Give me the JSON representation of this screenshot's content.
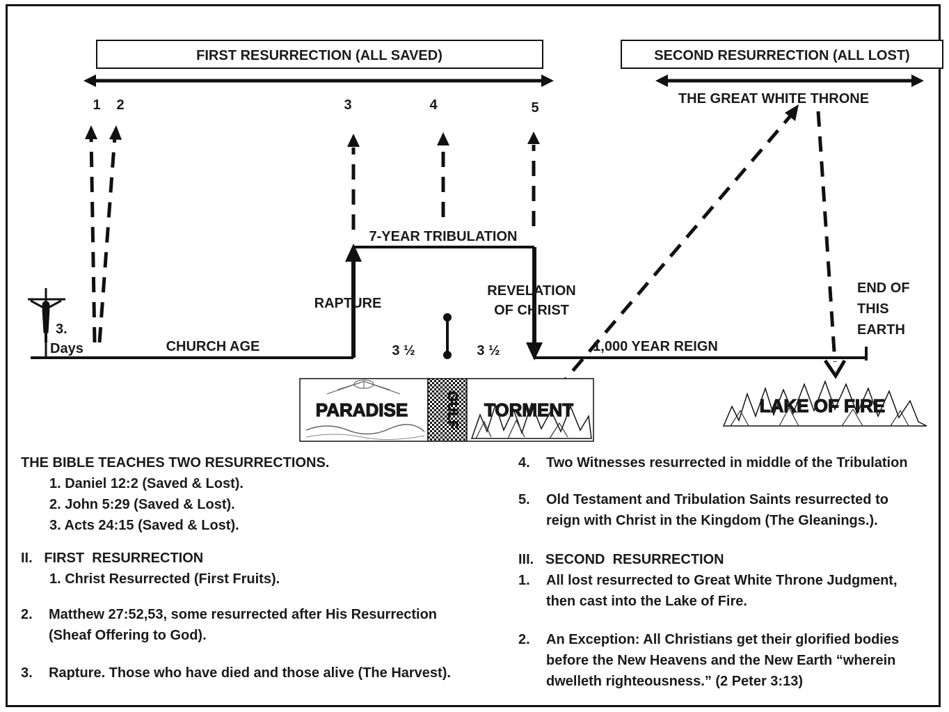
{
  "headers": {
    "first": "FIRST RESURRECTION  (ALL  SAVED)",
    "second": "SECOND  RESURRECTION (ALL  LOST)"
  },
  "markers": [
    "1",
    "2",
    "3",
    "4",
    "5"
  ],
  "labels": {
    "great_white_throne": "THE GREAT WHITE THRONE",
    "tribulation": "7-YEAR TRIBULATION",
    "rapture": "RAPTURE",
    "revelation_1": "REVELATION",
    "revelation_2": "OF  CHRIST",
    "end_1": "END  OF",
    "end_2": "THIS",
    "end_3": "EARTH",
    "days_1": "3.",
    "days_2": "Days",
    "church_age": "CHURCH  AGE",
    "half_left": "3 ½",
    "half_right": "3 ½",
    "reign": "1,000  YEAR REIGN"
  },
  "pictures": {
    "paradise": "PARADISE",
    "gulf": "GULF",
    "torment": "TORMENT",
    "lake": "LAKE OF FIRE"
  },
  "notes_left": {
    "heading": "THE BIBLE TEACHES TWO RESURRECTIONS.",
    "items": [
      "1. Daniel 12:2 (Saved & Lost).",
      "2. John 5:29 (Saved & Lost).",
      "3. Acts 24:15 (Saved & Lost)."
    ],
    "section2": "II.   FIRST  RESURRECTION",
    "section2_item": "1. Christ Resurrected (First Fruits).",
    "n2": "2.",
    "n2_line1": "Matthew 27:52,53, some resurrected after His Resurrection",
    "n2_line2": "(Sheaf Offering to God).",
    "n3": "3.",
    "n3_line1": "Rapture.  Those who have died and those alive (The Harvest)."
  },
  "notes_right": {
    "n4": "4.",
    "n4_line1": "Two Witnesses resurrected in middle of the Tribulation",
    "n5": "5.",
    "n5_line1": "Old Testament and Tribulation Saints resurrected to",
    "n5_line2": "reign with Christ in the Kingdom (The Gleanings.).",
    "section3": "III.   SECOND  RESURRECTION",
    "n1": "1.",
    "n1_line1": "All lost resurrected to Great White Throne Judgment,",
    "n1_line2": "then cast into the Lake of Fire.",
    "n2": "2.",
    "n2_line1": "An Exception: All Christians get their glorified bodies",
    "n2_line2": "before the New Heavens and the New Earth “wherein",
    "n2_line3": "dwelleth righteousness.” (2 Peter 3:13)"
  }
}
